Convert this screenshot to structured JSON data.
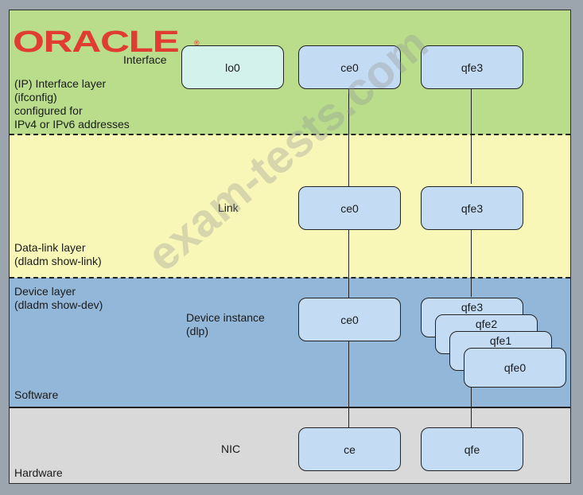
{
  "logo": {
    "text": "ORACLE",
    "registered": "®"
  },
  "watermark": "exam-tests.com",
  "layers": {
    "interface": {
      "title": "Interface",
      "desc": [
        "(IP) Interface layer",
        "(ifconfig)",
        "configured for",
        "IPv4 or IPv6 addresses"
      ]
    },
    "link": {
      "title": "Link",
      "desc": [
        "Data-link layer",
        "(dladm show-link)"
      ]
    },
    "device": {
      "desc": [
        "Device layer",
        "(dladm show-dev)"
      ],
      "title": [
        "Device instance",
        "(dlp)"
      ],
      "footer": "Software"
    },
    "nic": {
      "title": "NIC",
      "footer": "Hardware"
    }
  },
  "nodes": {
    "interface": [
      "lo0",
      "ce0",
      "qfe3"
    ],
    "link": [
      "ce0",
      "qfe3"
    ],
    "device": [
      "ce0"
    ],
    "device_stack": [
      "qfe3",
      "qfe2",
      "qfe1",
      "qfe0"
    ],
    "nic": [
      "ce",
      "qfe"
    ]
  },
  "colors": {
    "interface_band": "#b9dd8b",
    "link_band": "#f9f7b7",
    "device_band": "#93b7d8",
    "nic_band": "#d9d9d9",
    "node_fill": "#c3dcf3",
    "loopback_fill": "#d4f2ec",
    "logo": "#e03c31"
  }
}
